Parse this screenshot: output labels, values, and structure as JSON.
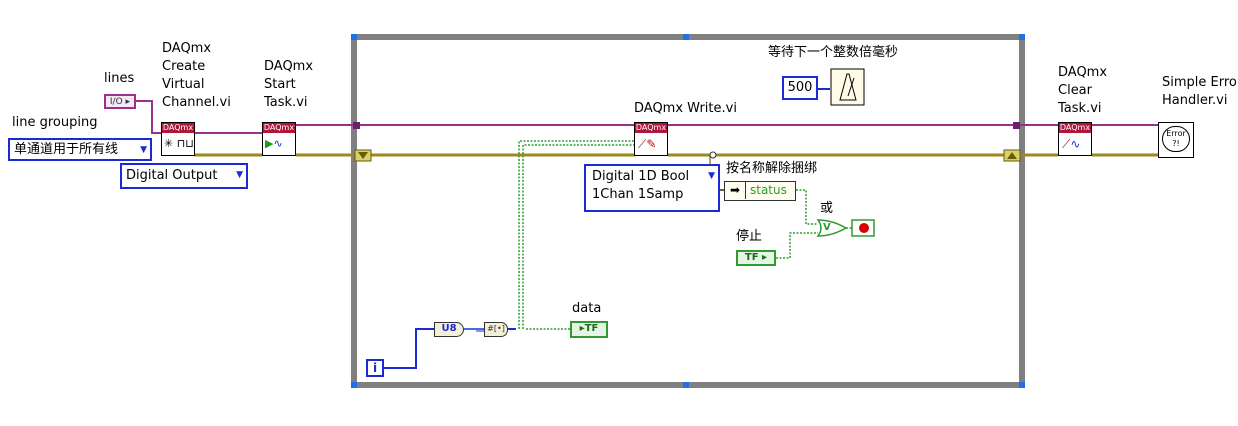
{
  "diagram": {
    "labels": {
      "lines": "lines",
      "line_grouping": "line grouping",
      "create_channel": "DAQmx\nCreate\nVirtual\nChannel.vi",
      "start_task": "DAQmx\nStart\nTask.vi",
      "write": "DAQmx Write.vi",
      "clear_task": "DAQmx\nClear\nTask.vi",
      "error_handler": "Simple Error\nHandler.vi",
      "wait_ms": "等待下一个整数倍毫秒",
      "unbundle": "按名称解除捆绑",
      "or": "或",
      "stop": "停止",
      "data": "data"
    },
    "constants": {
      "io_const": "I/O",
      "line_grouping_value": "单通道用于所有线",
      "digital_output": "Digital Output",
      "write_type": "Digital 1D Bool\n1Chan 1Samp",
      "wait_value": "500",
      "status_field": "status",
      "u8": "U8",
      "num_to_bool": "#[•]",
      "tf": "TF",
      "iteration": "i",
      "daqmx_badge": "DAQmx",
      "or_gate": "V",
      "error_icon": "Error\n?!"
    },
    "colors": {
      "error_wire": "#9a8a20",
      "task_wire": "#9b2f8e",
      "bool_wire": "#2e9b2e",
      "numeric_wire": "#1a2ad8",
      "int_wire": "#4a6bdb",
      "loop_border": "#808080",
      "vi_header": "#b0163a",
      "stop_terminal": "#d80000"
    }
  }
}
